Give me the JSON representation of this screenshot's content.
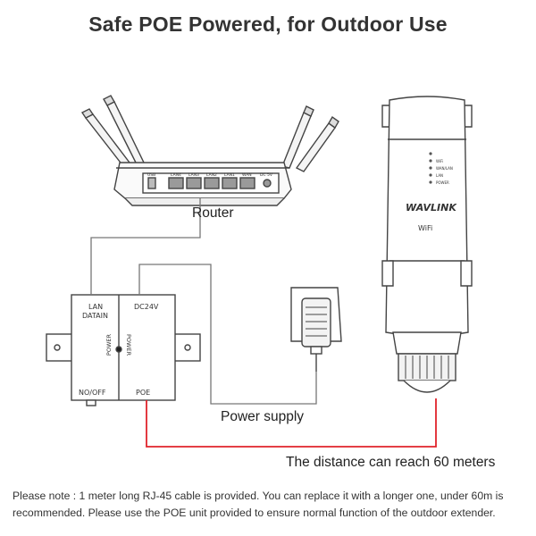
{
  "title": "Safe POE Powered, for Outdoor Use",
  "labels": {
    "router": "Router",
    "power_supply": "Power supply",
    "distance": "The distance can reach 60 meters"
  },
  "router_ports": {
    "usb": "USB",
    "lan4": "LAN4",
    "lan3": "LAN3",
    "lan2": "LAN2",
    "lan1": "LAN1",
    "wan": "WAN",
    "dc": "DC 5V"
  },
  "poe_unit": {
    "lan_datain": "LAN\nDATAIN",
    "dc24v": "DC24V",
    "no_off": "NO/OFF",
    "poe": "POE",
    "power_left": "POWER",
    "power_right": "POWER"
  },
  "extender": {
    "brand": "WAVLINK",
    "wifi": "WiFi",
    "leds": [
      "WiFi",
      "WAN/LAN",
      "LAN",
      "POWER"
    ]
  },
  "note": "Please note : 1 meter long RJ-45 cable is provided. You can replace it with a longer one, under 60m is recommended. Please use the POE unit provided to ensure normal function of the outdoor extender.",
  "colors": {
    "cable_red": "#e0242b",
    "cable_gray": "#777777"
  }
}
